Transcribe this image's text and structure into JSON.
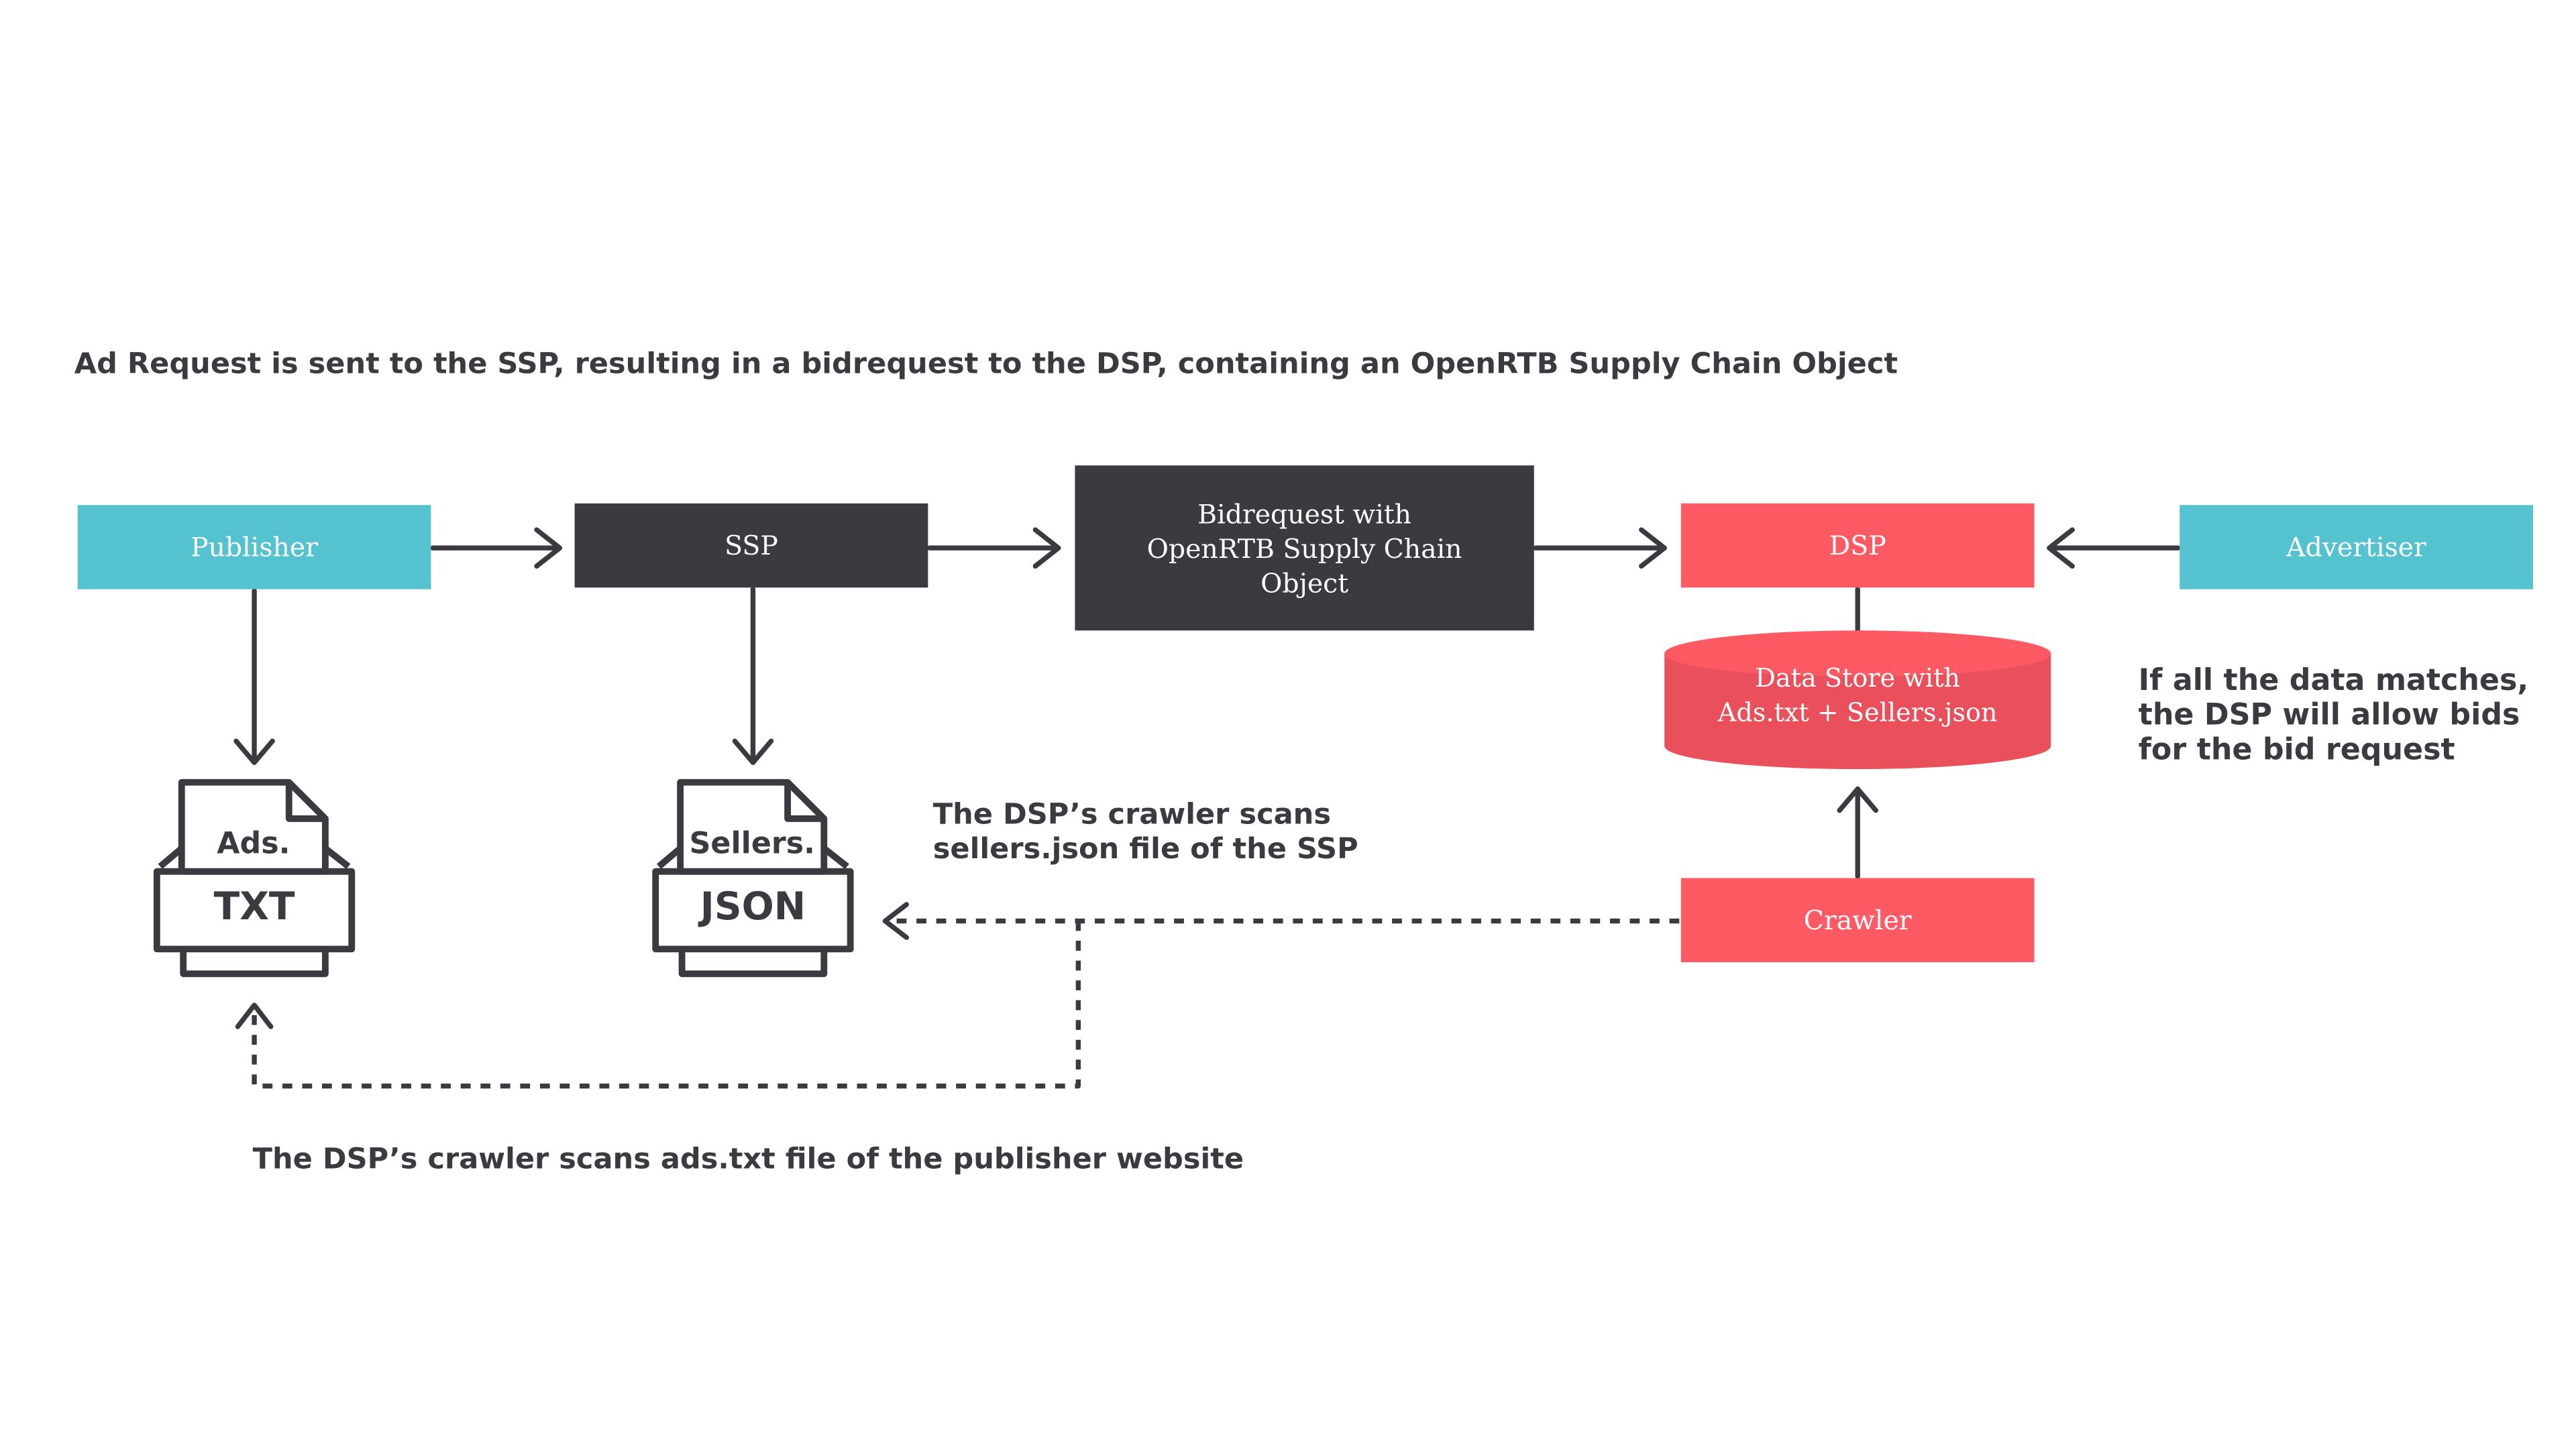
{
  "heading": "Ad Request is sent to the SSP, resulting in a bidrequest to the DSP, containing an OpenRTB Supply Chain Object",
  "nodes": {
    "publisher": "Publisher",
    "ssp": "SSP",
    "bidrequest": "Bidrequest with OpenRTB Supply Chain Object",
    "dsp": "DSP",
    "advertiser": "Advertiser",
    "data_store_line1": "Data Store with",
    "data_store_line2": "Ads.txt + Sellers.json",
    "crawler": "Crawler"
  },
  "files": {
    "ads_top": "Ads.",
    "ads_main": "TXT",
    "sellers_top": "Sellers.",
    "sellers_main": "JSON"
  },
  "notes": {
    "sellers_scan": "The DSP’s crawler scans sellers.json file of the SSP",
    "ads_scan": "The DSP’s crawler scans ads.txt file of the publisher website",
    "match": "If all the data matches, the DSP will allow bids for the bid request"
  },
  "colors": {
    "teal": "#55c2cf",
    "dark": "#3b3a40",
    "red": "#fd5a63",
    "store": "#e9505b"
  }
}
